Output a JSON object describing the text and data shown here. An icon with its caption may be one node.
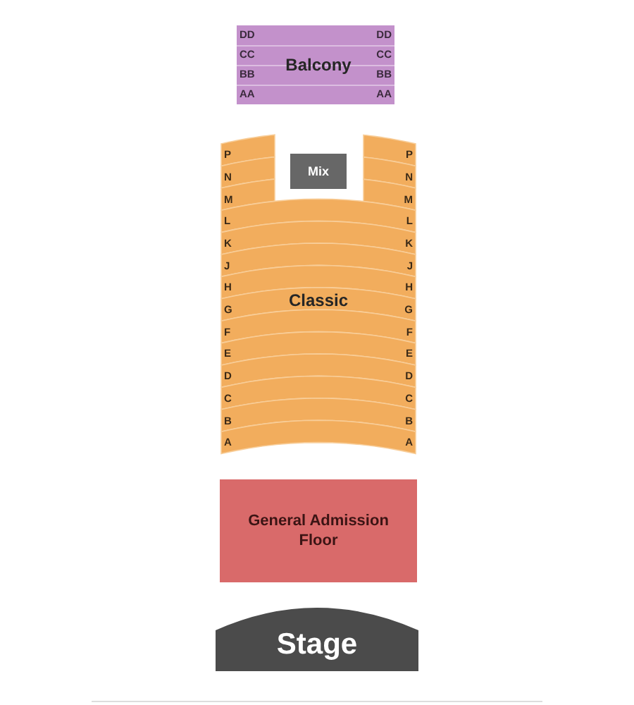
{
  "diagram": {
    "nodes": [
      {
        "text": [
          "Balcony",
          "DD",
          "DD",
          "CC",
          "CC",
          "BB",
          "BB",
          "AA",
          "AA"
        ]
      },
      {
        "text": [
          "Classic",
          "P",
          "P",
          "N",
          "N",
          "M",
          "M",
          "L",
          "L",
          "K",
          "K",
          "J",
          "J",
          "H",
          "H",
          "G",
          "G",
          "F",
          "F",
          "E",
          "E",
          "D",
          "D",
          "C",
          "C",
          "B",
          "B",
          "A",
          "A"
        ]
      },
      {
        "text": [
          "Mix"
        ],
        "in": 1
      },
      {
        "text": [
          "General Admission Floor"
        ]
      },
      {
        "text": [
          "Stage"
        ]
      }
    ]
  }
}
